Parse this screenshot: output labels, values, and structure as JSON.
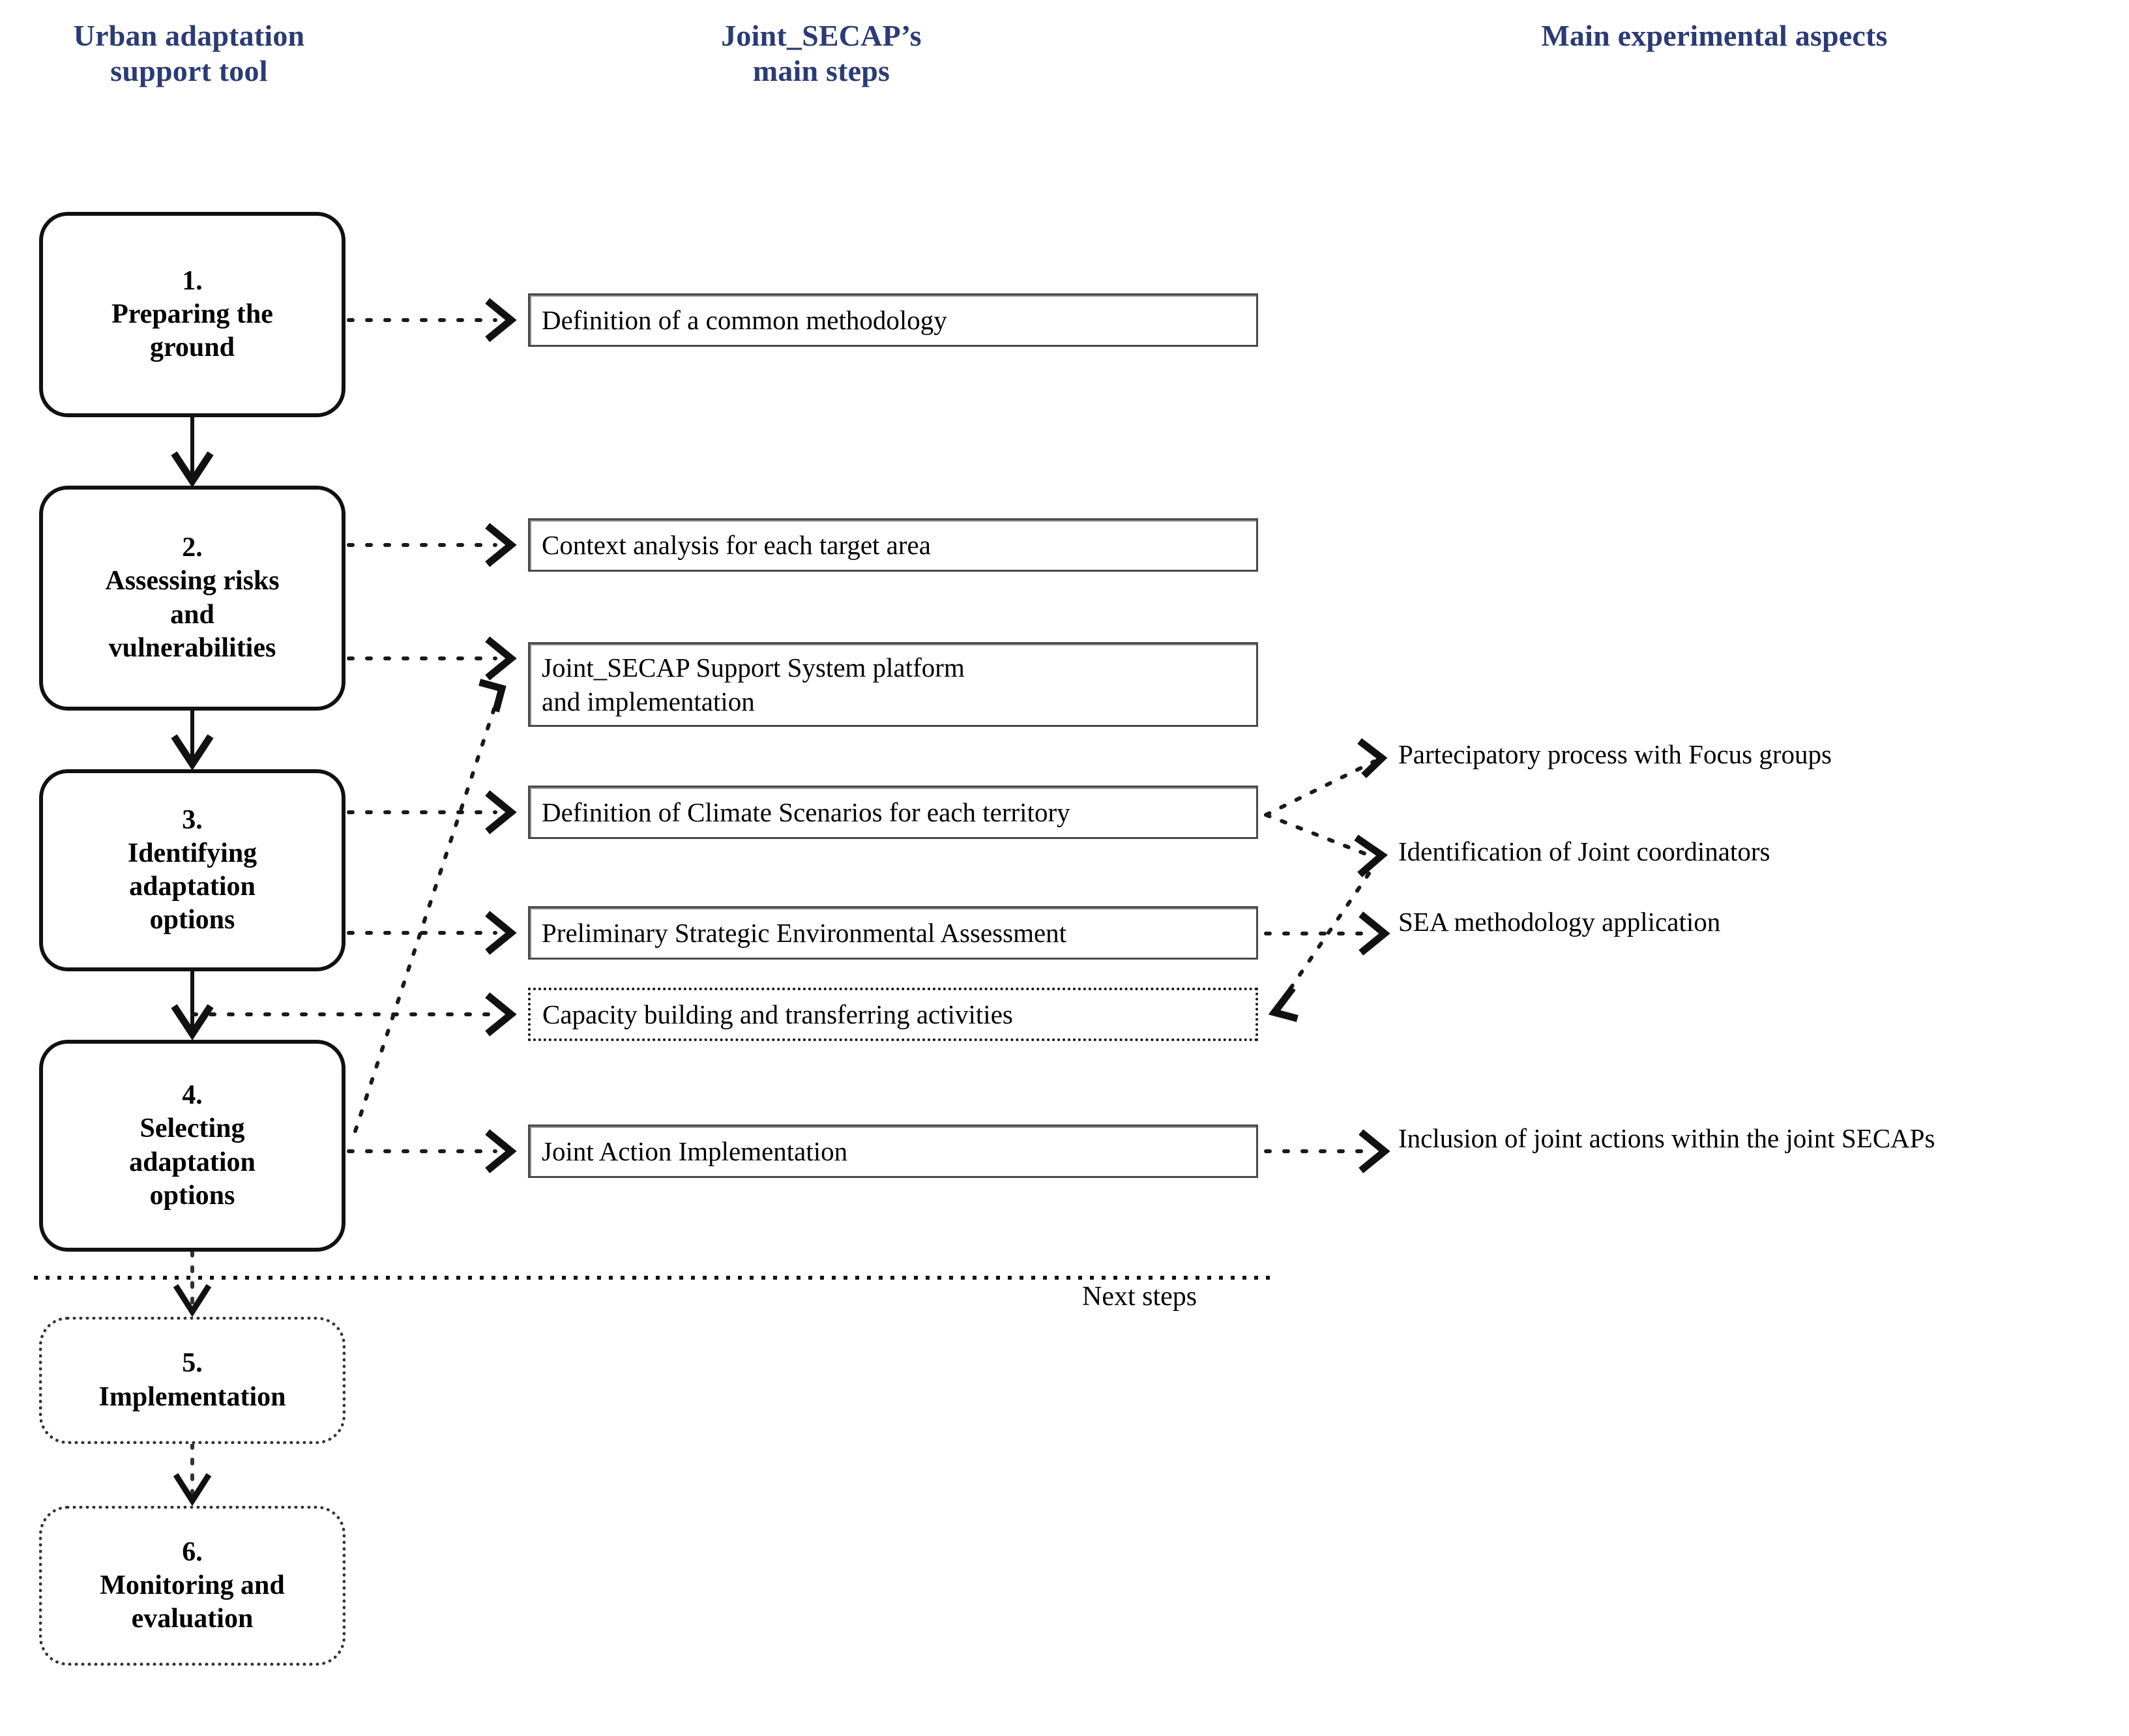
{
  "headers": {
    "left": "Urban adaptation\nsupport tool",
    "left_line1": "Urban adaptation",
    "left_line2": "support tool",
    "middle_line1": "Joint_SECAP’s",
    "middle_line2": "main steps",
    "right": "Main experimental aspects"
  },
  "support_tool_steps": [
    {
      "id": "step1",
      "number": "1.",
      "label": "Preparing the\nground",
      "style": "solid"
    },
    {
      "id": "step2",
      "number": "2.",
      "label": "Assessing risks\nand\nvulnerabilities",
      "style": "solid"
    },
    {
      "id": "step3",
      "number": "3.",
      "label": "Identifying\nadaptation\noptions",
      "style": "solid"
    },
    {
      "id": "step4",
      "number": "4.",
      "label": "Selecting\nadaptation\noptions",
      "style": "solid"
    },
    {
      "id": "step5",
      "number": "5.",
      "label": "Implementation",
      "style": "dotted"
    },
    {
      "id": "step6",
      "number": "6.",
      "label": "Monitoring and\nevaluation",
      "style": "dotted"
    }
  ],
  "main_steps": [
    {
      "id": "act1",
      "text": "Definition of a common methodology",
      "style": "solid"
    },
    {
      "id": "act2",
      "text": "Context analysis for each target area",
      "style": "solid"
    },
    {
      "id": "act3",
      "text": "Joint_SECAP Support System platform\nand implementation",
      "style": "solid"
    },
    {
      "id": "act4",
      "text": "Definition of Climate Scenarios for each territory",
      "style": "solid"
    },
    {
      "id": "act5",
      "text": "Preliminary Strategic Environmental Assessment",
      "style": "solid"
    },
    {
      "id": "act6",
      "text": "Capacity building and transferring activities",
      "style": "dotted"
    },
    {
      "id": "act7",
      "text": "Joint Action Implementation",
      "style": "solid"
    }
  ],
  "experimental_aspects": [
    {
      "id": "asp1",
      "text": "Partecipatory process with Focus groups"
    },
    {
      "id": "asp2",
      "text": "Identification of Joint coordinators"
    },
    {
      "id": "asp3",
      "text": "SEA methodology application"
    },
    {
      "id": "asp4",
      "text": "Inclusion of joint actions within the joint SECAPs"
    }
  ],
  "annotations": {
    "next_steps": "Next steps"
  },
  "colors": {
    "header_blue": "#2b3b75",
    "box_border": "#111111",
    "mid_box_border": "#4a4a4a",
    "connector": "#1a1a1a",
    "background": "#ffffff"
  }
}
